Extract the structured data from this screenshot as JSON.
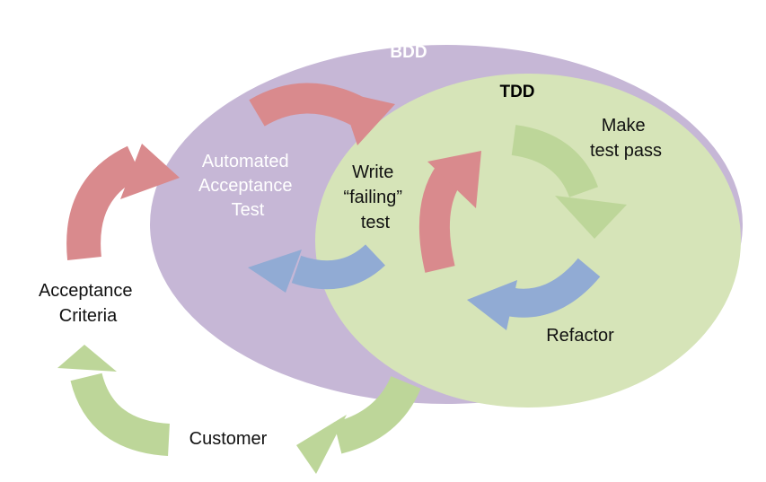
{
  "colors": {
    "bdd_fill": "#c6b7d6",
    "tdd_fill": "#d6e4b8",
    "red_arrow": "#d98a8d",
    "green_arrow": "#bdd699",
    "blue_arrow": "#91abd4",
    "white_text": "#ffffff"
  },
  "labels": {
    "bdd": "BDD",
    "tdd": "TDD",
    "automated_acceptance_test": [
      "Automated",
      "Acceptance",
      "Test"
    ],
    "write_failing_test": [
      "Write",
      "“failing”",
      "test"
    ],
    "make_test_pass": [
      "Make",
      "test pass"
    ],
    "refactor": "Refactor",
    "acceptance_criteria": [
      "Acceptance",
      "Criteria"
    ],
    "customer": "Customer"
  }
}
